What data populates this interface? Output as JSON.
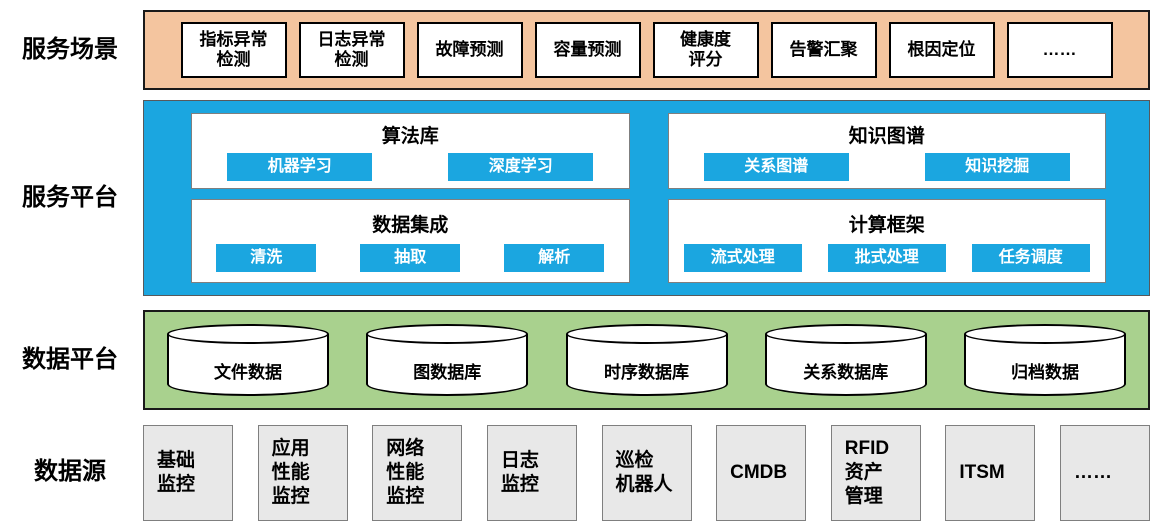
{
  "colors": {
    "scenario_band": "#F4C59F",
    "platform_band": "#1BA6E0",
    "data_band": "#A9D18E",
    "button": "#1BA6E0",
    "source_box": "#E8E8E8"
  },
  "scenarios": {
    "label": "服务场景",
    "items": [
      "指标异常\n检测",
      "日志异常\n检测",
      "故障预测",
      "容量预测",
      "健康度\n评分",
      "告警汇聚",
      "根因定位",
      "……"
    ]
  },
  "platform": {
    "label": "服务平台",
    "panels": [
      {
        "title": "算法库",
        "buttons": [
          "机器学习",
          "深度学习"
        ]
      },
      {
        "title": "知识图谱",
        "buttons": [
          "关系图谱",
          "知识挖掘"
        ]
      },
      {
        "title": "数据集成",
        "buttons": [
          "清洗",
          "抽取",
          "解析"
        ]
      },
      {
        "title": "计算框架",
        "buttons": [
          "流式处理",
          "批式处理",
          "任务调度"
        ]
      }
    ]
  },
  "data_platform": {
    "label": "数据平台",
    "databases": [
      "文件数据",
      "图数据库",
      "时序数据库",
      "关系数据库",
      "归档数据"
    ]
  },
  "data_sources": {
    "label": "数据源",
    "items": [
      "基础\n监控",
      "应用\n性能\n监控",
      "网络\n性能\n监控",
      "日志\n监控",
      "巡检\n机器人",
      "CMDB",
      "RFID\n资产\n管理",
      "ITSM",
      "……"
    ]
  }
}
